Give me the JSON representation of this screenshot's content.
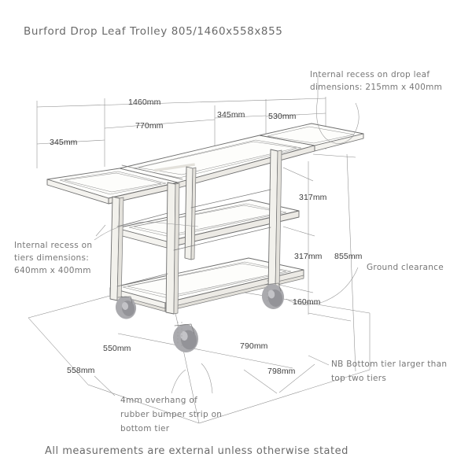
{
  "document": {
    "title": "Burford Drop Leaf Trolley 805/1460x558x855",
    "footer": "All measurements are external unless otherwise stated",
    "background_color": "#ffffff",
    "line_color": "#6e6e6e",
    "panel_color": "#fbfaf7",
    "panel_shade_color": "#efeeea",
    "caster_color": "#a9a9ad"
  },
  "dimensions": {
    "top": [
      {
        "id": "overall-width",
        "label": "1460mm"
      },
      {
        "id": "body-width",
        "label": "770mm"
      },
      {
        "id": "leaf-left",
        "label": "345mm"
      },
      {
        "id": "leaf-right-a",
        "label": "345mm"
      },
      {
        "id": "leaf-right-b",
        "label": "530mm"
      }
    ],
    "right": [
      {
        "id": "tier-gap-upper",
        "label": "317mm"
      },
      {
        "id": "tier-gap-lower",
        "label": "317mm"
      },
      {
        "id": "ground-clearance-dim",
        "label": "160mm"
      },
      {
        "id": "overall-height",
        "label": "855mm"
      }
    ],
    "bottom": [
      {
        "id": "depth-inner",
        "label": "550mm"
      },
      {
        "id": "depth-outer",
        "label": "558mm"
      },
      {
        "id": "base-length-inner",
        "label": "790mm"
      },
      {
        "id": "base-length-outer",
        "label": "798mm"
      }
    ]
  },
  "annotations": {
    "drop_leaf_recess": {
      "line1": "Internal recess on drop leaf",
      "line2": "dimensions: 215mm x 400mm"
    },
    "tier_recess": {
      "line1": "Internal recess on",
      "line2": "tiers dimensions:",
      "line3": "640mm x 400mm"
    },
    "ground_clearance": {
      "line1": "Ground clearance"
    },
    "bottom_tier_note": {
      "line1": "NB Bottom tier larger than",
      "line2": "top two tiers"
    },
    "bumper_note": {
      "line1": "4mm overhang of",
      "line2": "rubber bumper strip on",
      "line3": "bottom tier"
    }
  }
}
